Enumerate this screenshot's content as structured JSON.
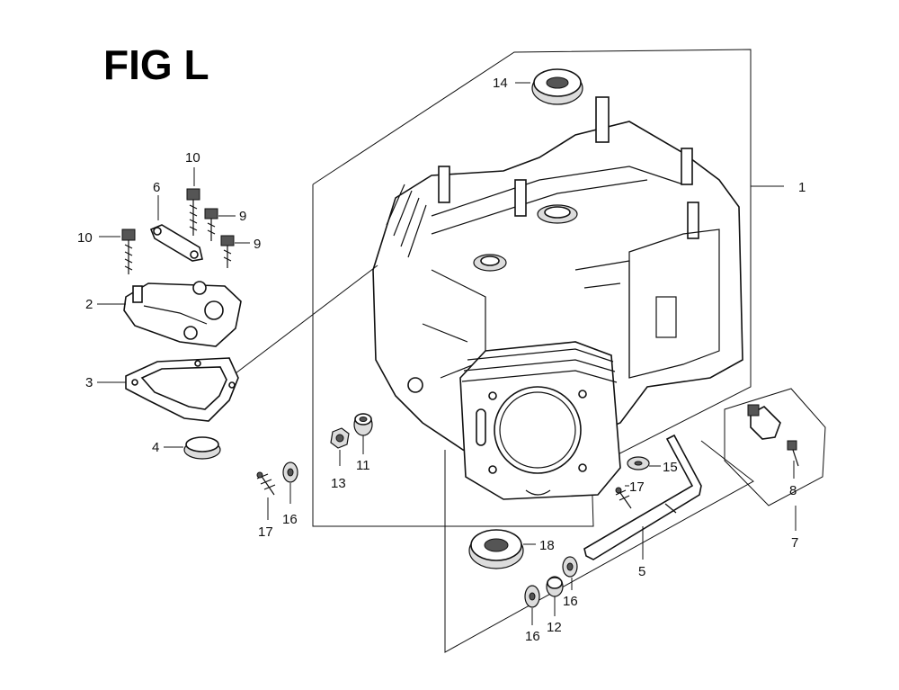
{
  "figure": {
    "title": "FIG L"
  },
  "callouts": [
    {
      "id": "c1",
      "text": "1"
    },
    {
      "id": "c2",
      "text": "2"
    },
    {
      "id": "c3",
      "text": "3"
    },
    {
      "id": "c4",
      "text": "4"
    },
    {
      "id": "c5",
      "text": "5"
    },
    {
      "id": "c6",
      "text": "6"
    },
    {
      "id": "c7",
      "text": "7"
    },
    {
      "id": "c8",
      "text": "8"
    },
    {
      "id": "c9a",
      "text": "9"
    },
    {
      "id": "c9b",
      "text": "9"
    },
    {
      "id": "c10a",
      "text": "10"
    },
    {
      "id": "c10b",
      "text": "10"
    },
    {
      "id": "c11",
      "text": "11"
    },
    {
      "id": "c12",
      "text": "12"
    },
    {
      "id": "c13",
      "text": "13"
    },
    {
      "id": "c14",
      "text": "14"
    },
    {
      "id": "c15",
      "text": "15"
    },
    {
      "id": "c16a",
      "text": "16"
    },
    {
      "id": "c16b",
      "text": "16"
    },
    {
      "id": "c16c",
      "text": "16"
    },
    {
      "id": "c17a",
      "text": "17"
    },
    {
      "id": "c17b",
      "text": "17"
    },
    {
      "id": "c18",
      "text": "18"
    }
  ]
}
